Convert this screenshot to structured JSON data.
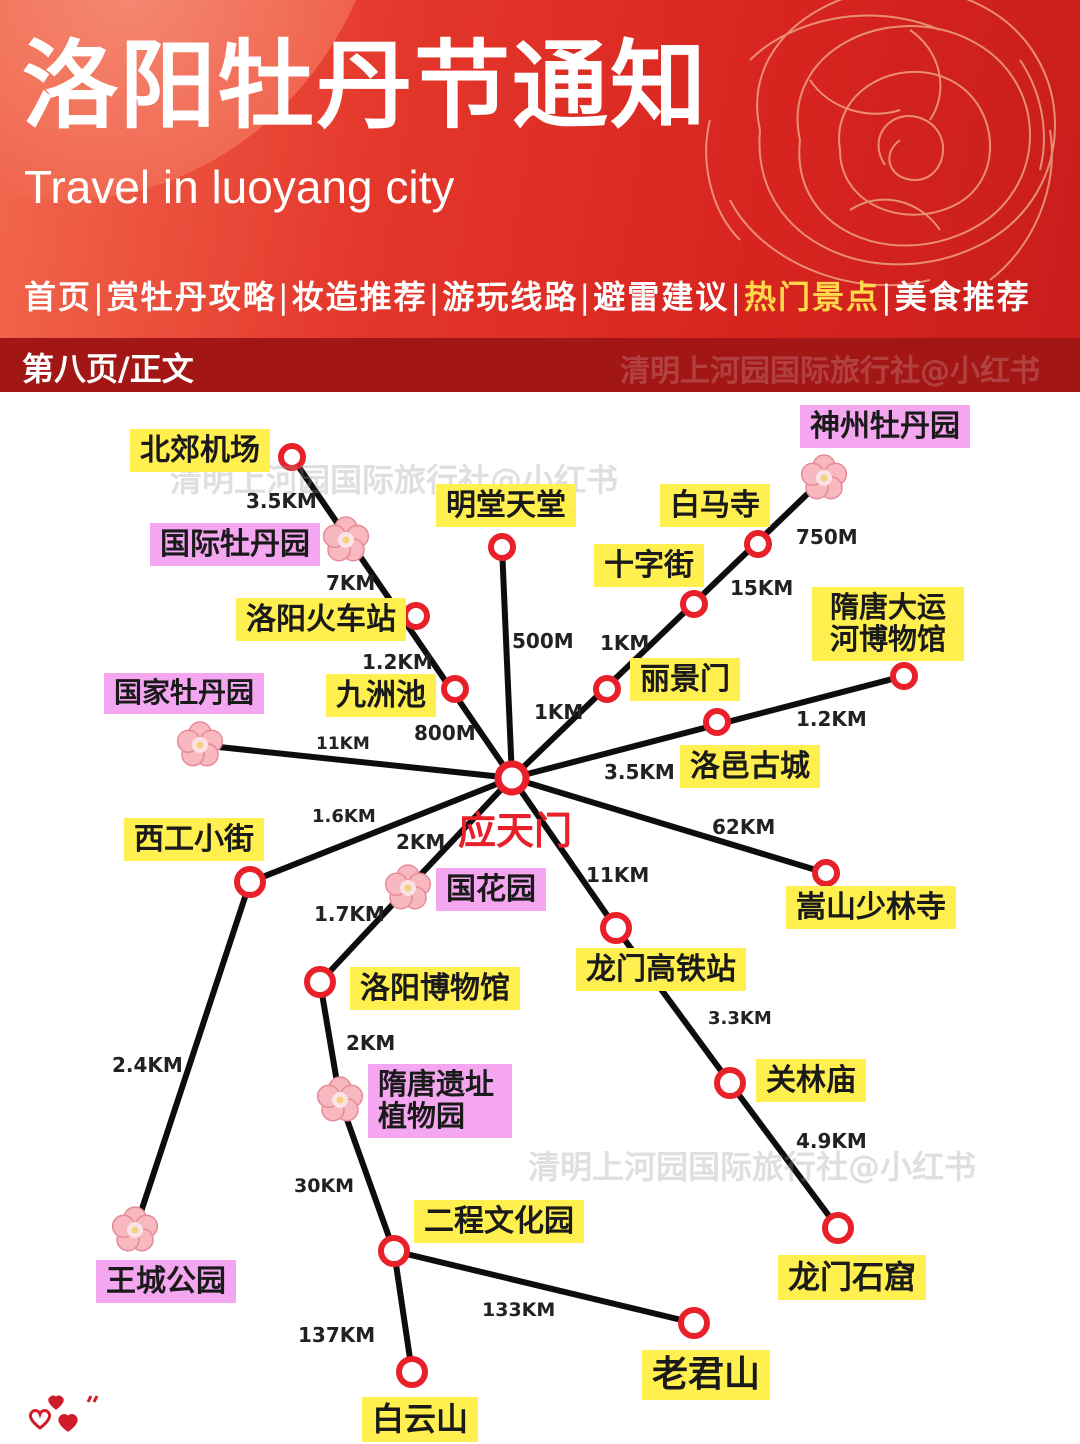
{
  "header": {
    "title": "洛阳牡丹节通知",
    "subtitle": "Travel in luoyang city",
    "nav": [
      "首页",
      "赏牡丹攻略",
      "妆造推荐",
      "游玩线路",
      "避雷建议",
      "热门景点",
      "美食推荐"
    ],
    "nav_active_index": 5,
    "section": "第八页/正文",
    "watermark": "清明上河园国际旅行社@小红书"
  },
  "colors": {
    "header_red": "#d8241f",
    "section_bar": "#a31616",
    "nav_active": "#ffd94a",
    "label_yellow": "#ffef4f",
    "label_pink": "#f4a6f0",
    "station_ring": "#e8202a",
    "center_text": "#e8202a"
  },
  "map": {
    "center": "应天门",
    "places": {
      "beijiao_airport": "北郊机场",
      "guoji_mudan_yuan": "国际牡丹园",
      "luoyang_station": "洛阳火车站",
      "jiuzhou_chi": "九洲池",
      "mingtang": "明堂天堂",
      "baima_si": "白马寺",
      "shenzhou_mudan_yuan": "神州牡丹园",
      "shizi_jie": "十字街",
      "lijing_men": "丽景门",
      "suitang_canal_museum": "隋唐大运河博物馆",
      "guojia_mudan_yuan": "国家牡丹园",
      "luoyi_gucheng": "洛邑古城",
      "xigong_xiaojie": "西工小街",
      "guohua_yuan": "国花园",
      "songshan_shaolin": "嵩山少林寺",
      "longmen_gaotie": "龙门高铁站",
      "luoyang_museum": "洛阳博物馆",
      "guanlin_miao": "关林庙",
      "suitang_yizhi": "隋唐遗址植物园",
      "wangcheng_gongyuan": "王城公园",
      "longmen_shiku": "龙门石窟",
      "ercheng": "二程文化园",
      "laojun_shan": "老君山",
      "baiyun_shan": "白云山"
    },
    "distances": {
      "airport_guoji": "3.5KM",
      "guoji_station": "7KM",
      "station_jiuzhou": "1.2KM",
      "jiuzhou_center": "800M",
      "mingtang_center": "500M",
      "baima_shenzhou": "750M",
      "shizi_baima": "15KM",
      "lijing_shizi": "1KM",
      "center_lijing": "1KM",
      "canal_luoyi": "1.2KM",
      "center_luoyi": "3.5KM",
      "guojia_center": "11KM",
      "xigong_center": "1.6KM",
      "center_guohua": "2KM",
      "center_songshan": "62KM",
      "center_gaotie": "11KM",
      "guohua_museum": "1.7KM",
      "museum_suitang": "2KM",
      "xigong_wangcheng": "2.4KM",
      "gaotie_guanlin": "3.3KM",
      "guanlin_shiku": "4.9KM",
      "suitang_ercheng": "30KM",
      "ercheng_laojun": "133KM",
      "ercheng_baiyun": "137KM"
    },
    "watermarks": [
      "清明上河园国际旅行社@小红书",
      "清明上河园国际旅行社@小红书"
    ]
  }
}
